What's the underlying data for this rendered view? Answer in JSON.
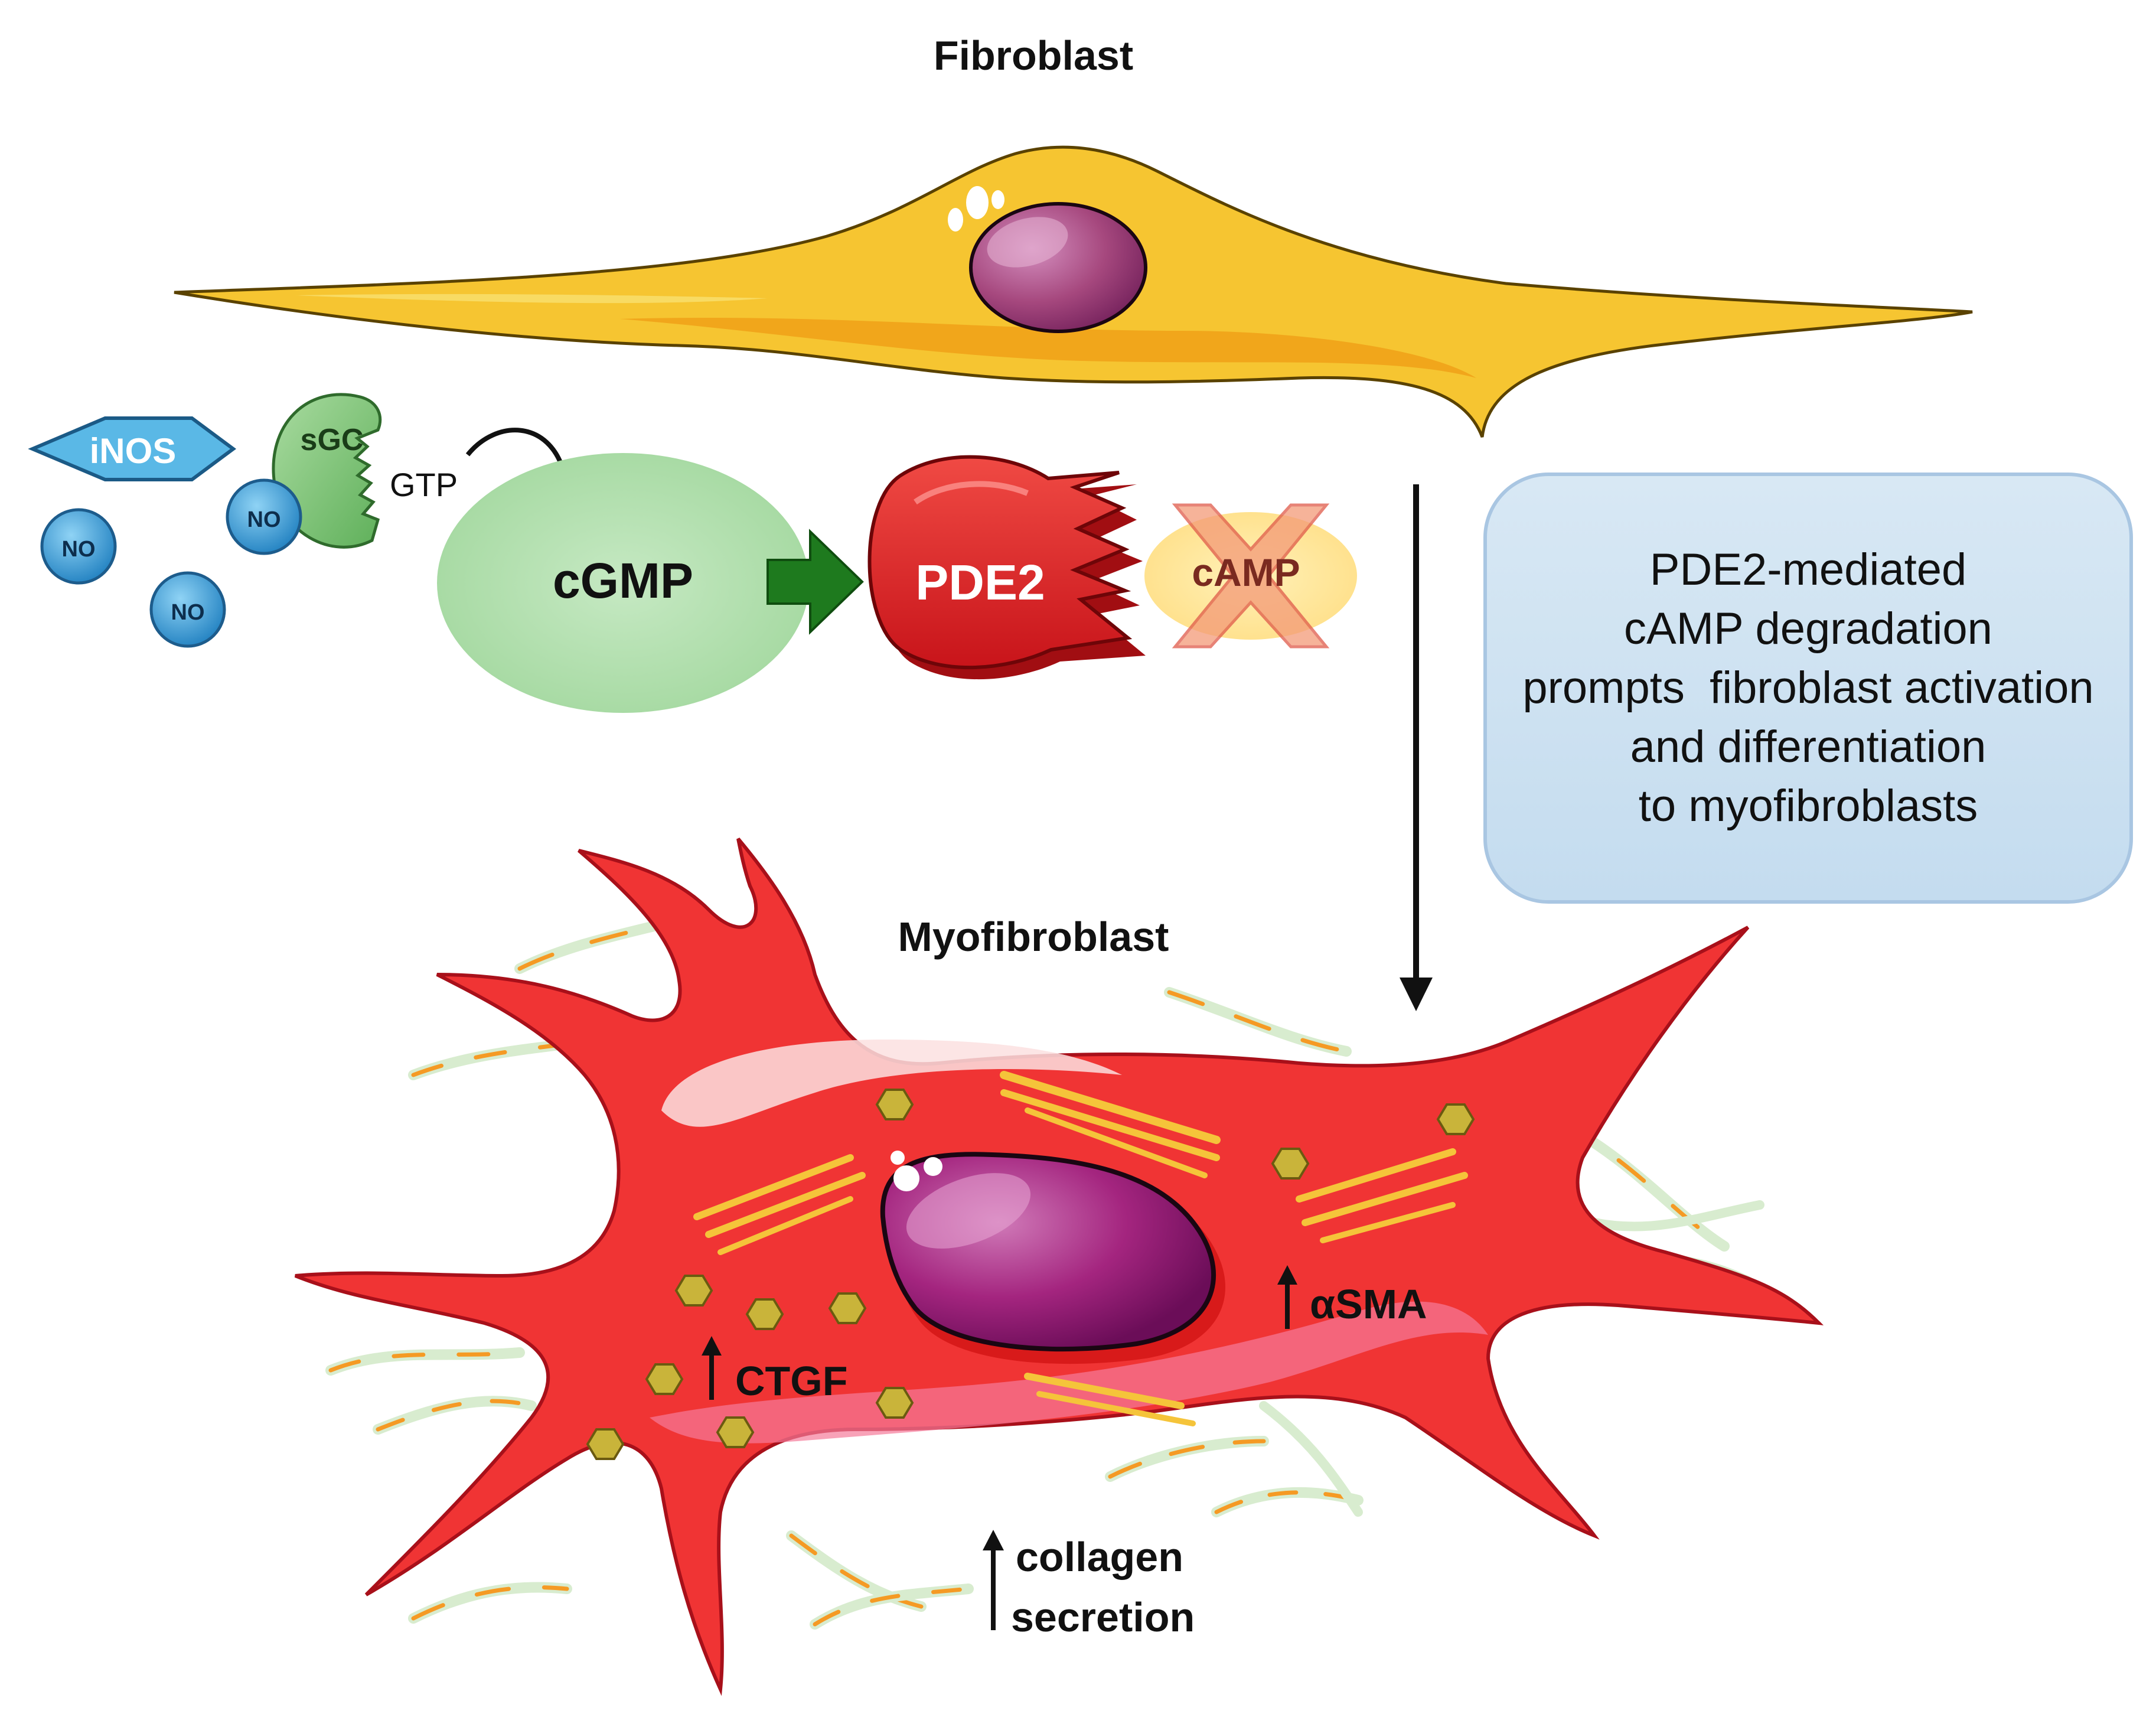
{
  "labels": {
    "fibroblast": "Fibroblast",
    "myofibroblast": "Myofibroblast",
    "inos": "iNOS",
    "sgc": "sGC",
    "gtp": "GTP",
    "no": "NO",
    "cgmp": "cGMP",
    "pde2": "PDE2",
    "camp": "cAMP",
    "ctgf": "CTGF",
    "asma": "αSMA",
    "collagen_line1": "collagen",
    "collagen_line2": "secretion"
  },
  "summary": {
    "lines": [
      "PDE2-mediated",
      "cAMP degradation",
      "prompts  fibroblast activation",
      "and differentiation",
      "to myofibroblasts"
    ]
  },
  "colors": {
    "fibroblast": "#f6c531",
    "myofibroblast": "#f03434",
    "nucleus": "#8e1473",
    "pde2": "#e0201e",
    "cgmp_blob": "#b5e0b2",
    "arrow_green": "#1e7a1e",
    "no_bubble": "#3fa8de",
    "inos": "#5ab8e6",
    "summary_box": "#cfe2f3"
  },
  "icons": [
    "no-bubble-icon",
    "inos-diamond-icon",
    "sgc-enzyme-icon",
    "pde2-enzyme-icon",
    "camp-cross-icon",
    "down-arrow-icon"
  ]
}
